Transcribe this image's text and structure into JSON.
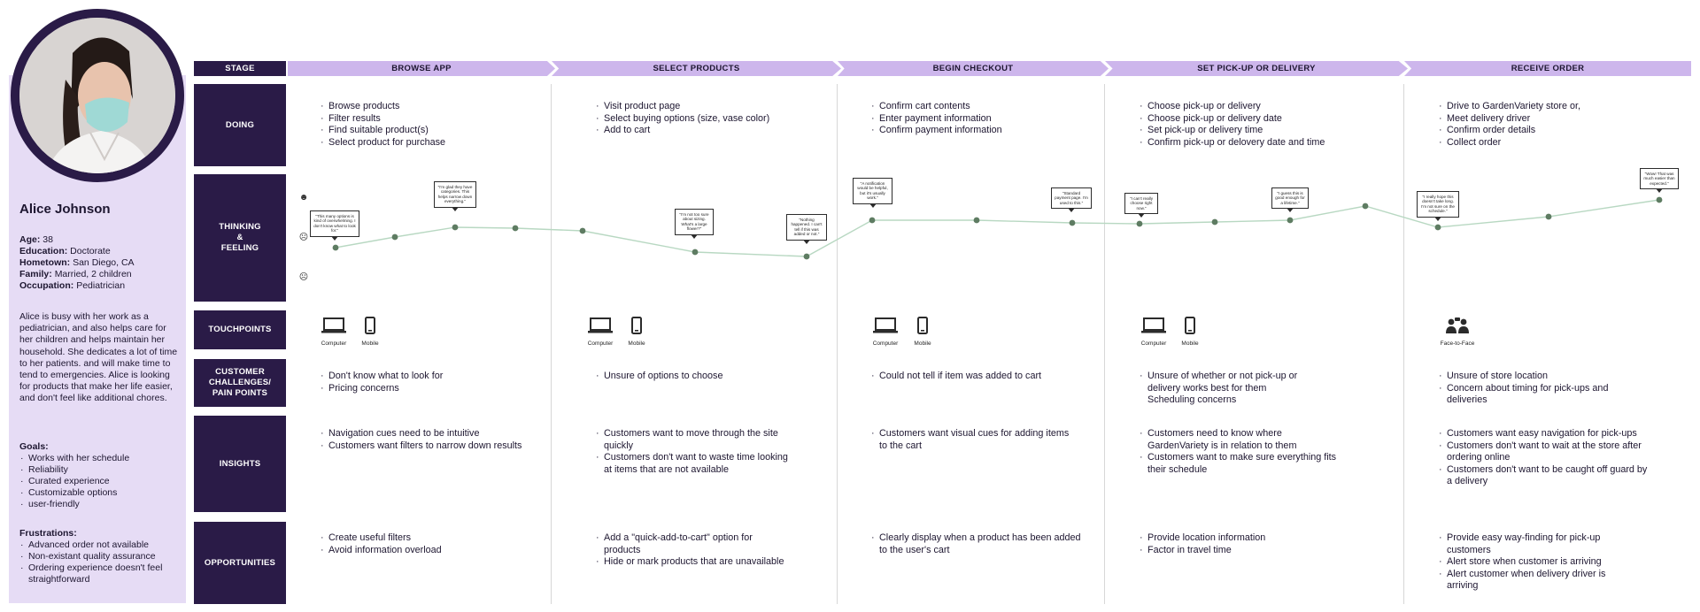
{
  "persona": {
    "name": "Alice Johnson",
    "facts": [
      {
        "label": "Age:",
        "value": "38"
      },
      {
        "label": "Education:",
        "value": "Doctorate"
      },
      {
        "label": "Hometown:",
        "value": "San Diego, CA"
      },
      {
        "label": "Family:",
        "value": "Married, 2 children"
      },
      {
        "label": "Occupation:",
        "value": "Pediatrician"
      }
    ],
    "bio": "Alice is busy with her work as a pediatrician, and also helps care for her children and helps maintain her household. She dedicates a lot of time to her patients. and will make time to tend to emergencies. Alice is looking for products that make her life easier, and don't feel like additional chores.",
    "goals_heading": "Goals:",
    "goals": [
      "Works with her schedule",
      "Reliability",
      "Curated experience",
      "Customizable options",
      "user-friendly"
    ],
    "frustrations_heading": "Frustrations:",
    "frustrations": [
      "Advanced order not available",
      "Non-existant quality assurance",
      "Ordering experience doesn't feel straightforward"
    ]
  },
  "header": {
    "stage_label": "STAGE",
    "stages": [
      "BROWSE APP",
      "SELECT PRODUCTS",
      "BEGIN CHECKOUT",
      "SET PICK-UP OR DELIVERY",
      "RECEIVE ORDER"
    ]
  },
  "rows": {
    "doing": "DOING",
    "thinking": "THINKING & FEELING",
    "touchpoints": "TOUCHPOINTS",
    "challenges": "CUSTOMER CHALLENGES/ PAIN POINTS",
    "insights": "INSIGHTS",
    "opportunities": "OPPORTUNITIES"
  },
  "doing": [
    [
      "Browse products",
      "Filter results",
      "Find suitable product(s)",
      "Select product for purchase"
    ],
    [
      "Visit product page",
      "Select buying options (size, vase color)",
      "Add to cart"
    ],
    [
      "Confirm cart contents",
      "Enter payment information",
      "Confirm payment information"
    ],
    [
      "Choose pick-up or delivery",
      "Choose pick-up or delivery date",
      "Set pick-up or delivery time",
      "Confirm pick-up or delovery date and time"
    ],
    [
      "Drive to GardenVariety store or,",
      "Meet delivery driver",
      "Confirm order details",
      "Collect order"
    ]
  ],
  "thinking": {
    "faces": [
      "☻",
      "☹",
      "☹"
    ],
    "bubbles": [
      "\"This many options is kind of overwhelming. I don't know what to look for.\"",
      "\"I'm glad they have categories. This helps narrow down everything.\"",
      "\"I'm not too sure about sizing. What's a large flower?\"",
      "\"Nothing happened. I can't tell if this was added or not.\"",
      "\"A notification would be helpful, but it's usually work.\"",
      "\"Standard payment page. I'm used to this.\"",
      "\"I can't really choose right now.\"",
      "\"I guess this is good enough for a lifetime.\"",
      "\"I really hope this doesn't take long. I'm not sure on the schedule.\"",
      "\"Wow! That was much easier than expected.\""
    ]
  },
  "touchpoints": [
    [
      "Computer",
      "Mobile"
    ],
    [
      "Computer",
      "Mobile"
    ],
    [
      "Computer",
      "Mobile"
    ],
    [
      "Computer",
      "Mobile"
    ],
    [
      "Face-to-Face"
    ]
  ],
  "challenges": [
    [
      "Don't know what to look for",
      "Pricing concerns"
    ],
    [
      "Unsure of options to choose"
    ],
    [
      "Could not tell if item was added to cart"
    ],
    [
      "Unsure of whether or not pick-up or delivery works best for them",
      "Scheduling concerns"
    ],
    [
      "Unsure of store location",
      "Concern about timing for pick-ups and deliveries"
    ]
  ],
  "insights": [
    [
      "Navigation cues need to be intuitive",
      "Customers want filters to narrow down results"
    ],
    [
      "Customers want to move through the site quickly",
      "Customers don't want to waste time looking at items that are not available"
    ],
    [
      "Customers want visual cues for adding items to the cart"
    ],
    [
      "Customers need to know where GardenVariety is in relation to them",
      "Customers want to make sure everything fits their schedule"
    ],
    [
      "Customers want easy navigation for pick-ups",
      "Customers don't want to wait at the store after ordering online",
      "Customers don't want to be caught off guard by a delivery"
    ]
  ],
  "opportunities": [
    [
      "Create useful filters",
      "Avoid information overload"
    ],
    [
      "Add a \"quick-add-to-cart\" option for products",
      "Hide or mark products that are unavailable"
    ],
    [
      "Clearly display when a product has been added to the user's cart"
    ],
    [
      "Provide location information",
      "Factor in travel time"
    ],
    [
      "Provide easy way-finding for pick-up customers",
      "Alert store when customer is arriving",
      "Alert customer when delivery driver is arriving"
    ]
  ],
  "colors": {
    "dark": "#2a1b47",
    "stage": "#cdb6ec",
    "persona_bg": "#e6dcf5",
    "line": "#b8d8c2",
    "dot": "#5e7c62"
  }
}
